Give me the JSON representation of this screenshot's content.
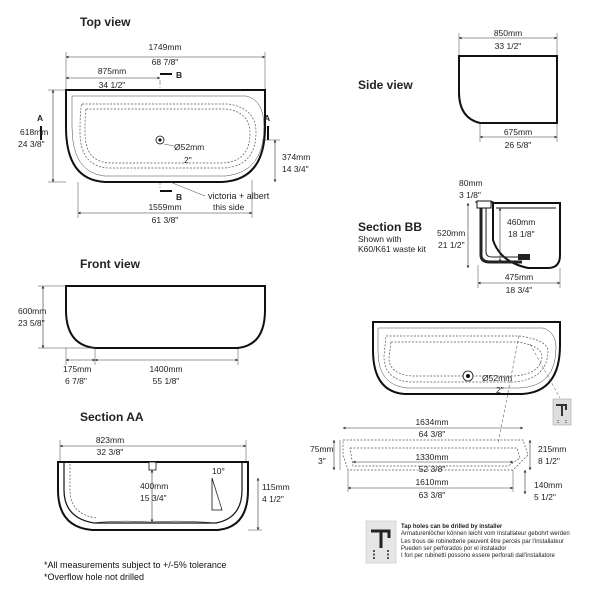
{
  "views": {
    "top": {
      "title": "Top view",
      "len_mm": "1749mm",
      "len_in": "68 7/8\"",
      "half_mm": "875mm",
      "half_in": "34 1/2\"",
      "depth_mm": "618mm",
      "depth_in": "24 3/8\"",
      "hole_mm": "Ø52mm",
      "hole_in": "2\"",
      "side_mm": "374mm",
      "side_in": "14 3/4\"",
      "base_mm": "1559mm",
      "base_in": "61 3/8\"",
      "brand": "victoria + albert",
      "this_side": "this side",
      "mark_a": "A",
      "mark_b": "B"
    },
    "side": {
      "title": "Side view",
      "top_mm": "850mm",
      "top_in": "33 1/2\"",
      "base_mm": "675mm",
      "base_in": "26 5/8\""
    },
    "section_bb": {
      "title": "Section BB",
      "sub1": "Shown with",
      "sub2": "K60/K61 waste kit",
      "w80_mm": "80mm",
      "w80_in": "3 1/8\"",
      "h460_mm": "460mm",
      "h460_in": "18 1/8\"",
      "h520_mm": "520mm",
      "h520_in": "21 1/2\"",
      "w475_mm": "475mm",
      "w475_in": "18 3/4\""
    },
    "front": {
      "title": "Front view",
      "h_mm": "600mm",
      "h_in": "23 5/8\"",
      "off_mm": "175mm",
      "off_in": "6 7/8\"",
      "w_mm": "1400mm",
      "w_in": "55 1/8\""
    },
    "section_aa": {
      "title": "Section AA",
      "w_mm": "823mm",
      "w_in": "32 3/8\"",
      "depth_mm": "400mm",
      "depth_in": "15 3/4\"",
      "angle": "10°",
      "base_mm": "115mm",
      "base_in": "4 1/2\""
    },
    "plan": {
      "hole_mm": "Ø52mm",
      "hole_in": "2\"",
      "top_mm": "1634mm",
      "top_in": "64 3/8\"",
      "lip_mm": "75mm",
      "lip_in": "3\"",
      "mid_mm": "1330mm",
      "mid_in": "52 3/8\"",
      "h215_mm": "215mm",
      "h215_in": "8 1/2\"",
      "bot_mm": "1610mm",
      "bot_in": "63 3/8\"",
      "h140_mm": "140mm",
      "h140_in": "5 1/2\""
    }
  },
  "tap_note": [
    "Tap holes can be drilled by installer",
    "Armaturenlöcher können leicht vom Installateur gebohrt werden",
    "Les trous de robinetterie peuvent être percés par l'installateur",
    "Pueden ser perforados por el instalador",
    "I fori per rubinetti possono essere perforati dall'installatore"
  ],
  "footnotes": [
    "*All measurements subject to +/-5% tolerance",
    "*Overflow hole not drilled"
  ]
}
